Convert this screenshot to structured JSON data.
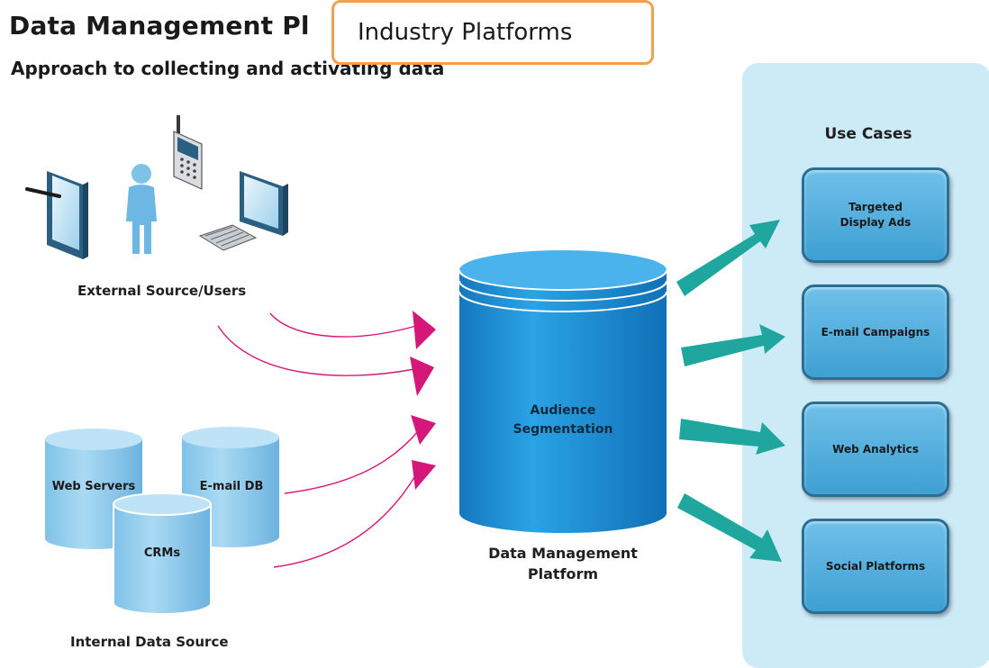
{
  "title": "Data Management Pl",
  "subtitle": "Approach to collecting and activating data",
  "overlay_label": "Industry Platforms",
  "external_label": "External Source/Users",
  "internal_label": "Internal Data Source",
  "internal_dbs": [
    "Web Servers",
    "E-mail DB",
    "CRMs"
  ],
  "platform": {
    "center_label": "Audience\nSegmentation",
    "caption": "Data Management\nPlatform"
  },
  "use_cases": {
    "header": "Use Cases",
    "items": [
      "Targeted\nDisplay Ads",
      "E-mail Campaigns",
      "Web Analytics",
      "Social Platforms"
    ]
  },
  "colors": {
    "panel": "#cdeaf7",
    "cylinder": "#1c8fd5",
    "arrow_teal": "#1fa79f",
    "arrow_magenta": "#d6177a",
    "overlay_border": "#f0a050"
  }
}
